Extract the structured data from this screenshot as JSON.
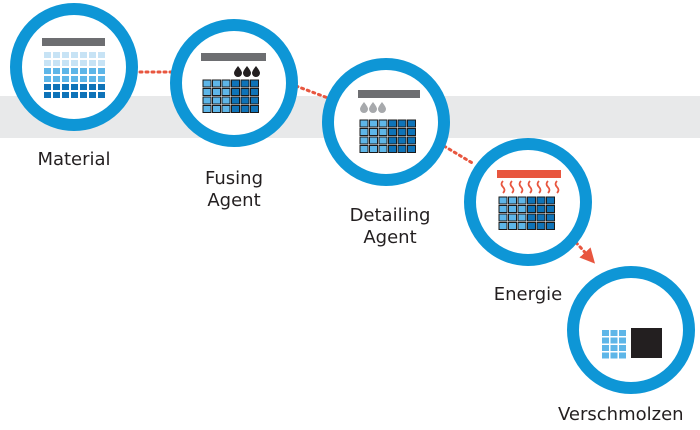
{
  "steps": [
    {
      "label": "Material"
    },
    {
      "label_line1": "Fusing",
      "label_line2": "Agent"
    },
    {
      "label_line1": "Detailing",
      "label_line2": "Agent"
    },
    {
      "label": "Energie"
    },
    {
      "label": "Verschmolzen"
    }
  ],
  "colors": {
    "ring": "#0e96d6",
    "band": "#e8e9ea",
    "connector": "#e8563f",
    "light_blue": "#c7e3f5",
    "mid_blue": "#5eb6e8",
    "dark_blue": "#0e73b8",
    "fused_black": "#231f20",
    "heater_red": "#e8563f",
    "bar_gray": "#6d6e71"
  }
}
